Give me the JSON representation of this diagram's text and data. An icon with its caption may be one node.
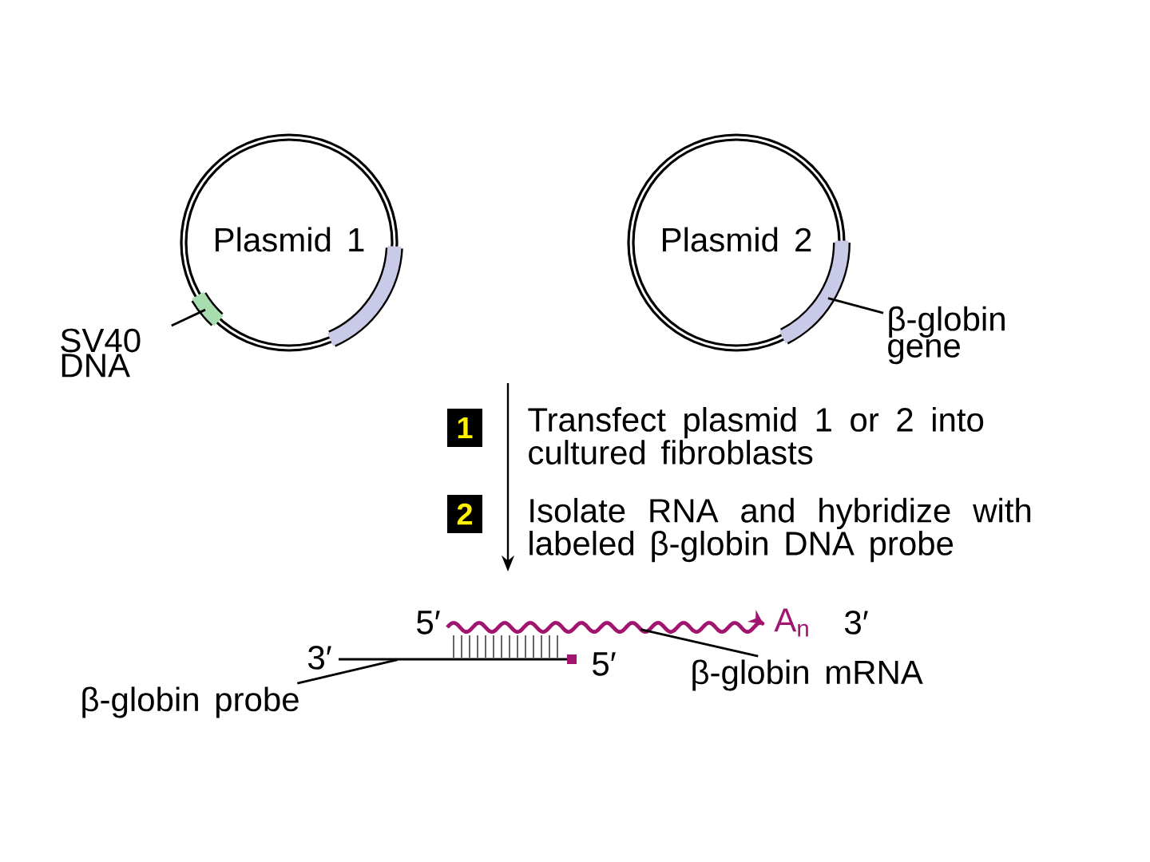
{
  "diagram": {
    "nodes": [
      {
        "text": [
          "Plasmid 1"
        ]
      },
      {
        "text": [],
        "shape": "box"
      },
      {
        "text": [
          "SV40 DNA"
        ]
      },
      {
        "text": [
          "Plasmid 2"
        ]
      },
      {
        "text": [],
        "shape": "box"
      },
      {
        "text": [
          "β-globin gene"
        ]
      },
      {
        "text": [
          "β-globin probe"
        ]
      },
      {
        "text": [],
        "shape": "line"
      },
      {
        "text": [
          "β-globin mRNA"
        ]
      },
      {
        "text": [],
        "shape": "line"
      }
    ],
    "edges": [
      {
        "from": 2,
        "to": 1,
        "arrow": "none"
      },
      {
        "from": 5,
        "to": 4,
        "arrow": "none"
      },
      {
        "from": 6,
        "to": 9,
        "arrow": "none"
      },
      {
        "from": 8,
        "to": 7,
        "arrow": "none"
      }
    ],
    "labels": [
      "1",
      "Transfect plasmid 1 or 2 into cultured fibroblasts",
      "2",
      "Isolate RNA and hybridize with labeled β-globin DNA probe",
      "5′",
      "A$_{n}$",
      "3′",
      "3′",
      "5′"
    ]
  }
}
